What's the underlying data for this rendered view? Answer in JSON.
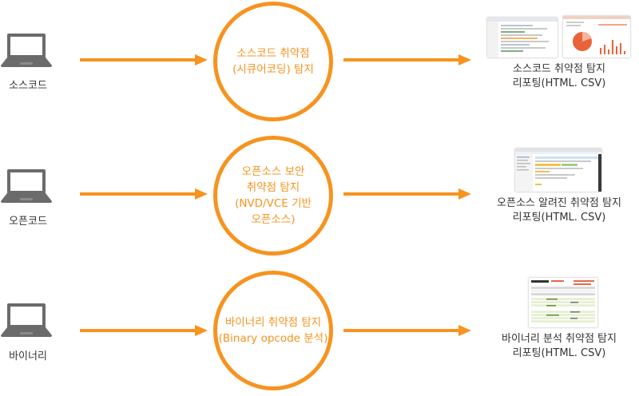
{
  "colors": {
    "accent": "#f7931e",
    "laptop": "#6b6b6b",
    "text": "#333333"
  },
  "rows": [
    {
      "source_label": "소스코드",
      "circle_lines": [
        "소스코드 취약점",
        "(시큐어코딩) 탐지"
      ],
      "report_lines": [
        "소스코드 취약점 탐지",
        "리포팅(HTML. CSV)"
      ]
    },
    {
      "source_label": "오픈코드",
      "circle_lines": [
        "오픈소스 보안",
        "취약점 탐지",
        "(NVD/VCE 기반",
        "오픈소스)"
      ],
      "report_lines": [
        "오픈소스 알려진 취약점 탐지",
        "리포팅(HTML. CSV)"
      ]
    },
    {
      "source_label": "바이너리",
      "circle_lines": [
        "바이너리 취약점 탐지",
        "(Binary opcode 분석)"
      ],
      "report_lines": [
        "바이너리 분석 취약점 탐지",
        "리포팅(HTML. CSV)"
      ]
    }
  ],
  "icons": {
    "source": "laptop-icon",
    "arrow": "arrow-right-icon",
    "report": "report-screenshot-thumbnail"
  }
}
